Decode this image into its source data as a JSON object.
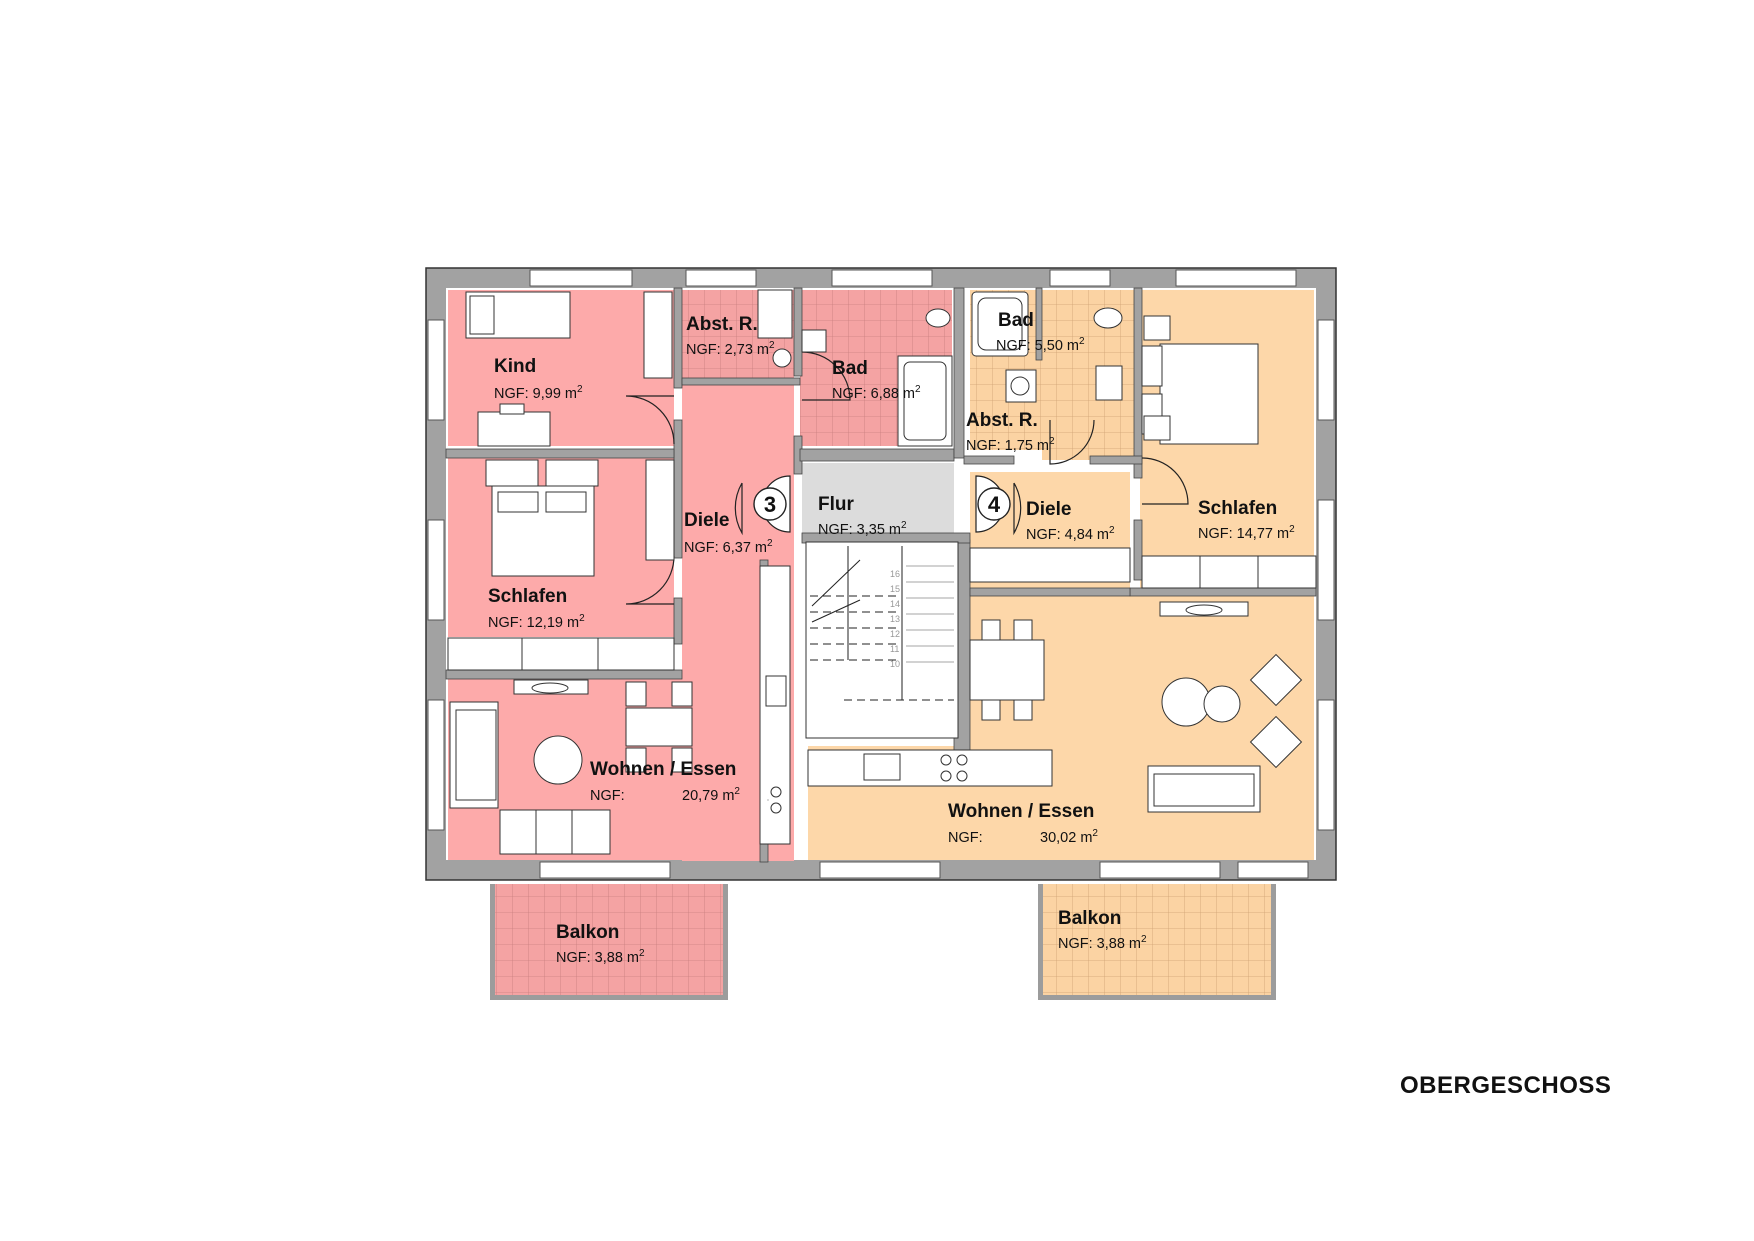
{
  "floor_title": "OBERGESCHOSS",
  "colors": {
    "unit3": "#fdaaaa",
    "unit4": "#fdd7a9",
    "corridor": "#dcdcdc",
    "wall": "#9c9c9c",
    "outline": "#333333"
  },
  "units": [
    {
      "label": "3"
    },
    {
      "label": "4"
    }
  ],
  "rooms": [
    {
      "id": "kind",
      "name": "Kind",
      "area_prefix": "NGF: 9,99 m",
      "unit": "3"
    },
    {
      "id": "abst-r-3",
      "name": "Abst. R.",
      "area_prefix": "NGF: 2,73 m",
      "unit": "3"
    },
    {
      "id": "bad-3",
      "name": "Bad",
      "area_prefix": "NGF: 6,88 m",
      "unit": "3"
    },
    {
      "id": "schlafen-3",
      "name": "Schlafen",
      "area_prefix": "NGF: 12,19 m",
      "unit": "3"
    },
    {
      "id": "diele-3",
      "name": "Diele",
      "area_prefix": "NGF: 6,37 m",
      "unit": "3"
    },
    {
      "id": "wohnen-3",
      "name": "Wohnen / Essen",
      "area_prefix": "NGF:",
      "area_value": "20,79 m",
      "unit": "3"
    },
    {
      "id": "balkon-3",
      "name": "Balkon",
      "area_prefix": "NGF: 3,88 m",
      "unit": "3"
    },
    {
      "id": "flur",
      "name": "Flur",
      "area_prefix": "NGF: 3,35 m",
      "unit": ""
    },
    {
      "id": "bad-4",
      "name": "Bad",
      "area_prefix": "NGF: 5,50 m",
      "unit": "4"
    },
    {
      "id": "abst-r-4",
      "name": "Abst. R.",
      "area_prefix": "NGF: 1,75 m",
      "unit": "4"
    },
    {
      "id": "diele-4",
      "name": "Diele",
      "area_prefix": "NGF: 4,84 m",
      "unit": "4"
    },
    {
      "id": "schlafen-4",
      "name": "Schlafen",
      "area_prefix": "NGF: 14,77 m",
      "unit": "4"
    },
    {
      "id": "wohnen-4",
      "name": "Wohnen / Essen",
      "area_prefix": "NGF:",
      "area_value": "30,02 m",
      "unit": "4"
    },
    {
      "id": "balkon-4",
      "name": "Balkon",
      "area_prefix": "NGF: 3,88 m",
      "unit": "4"
    }
  ],
  "area_unit_sup": "2",
  "stair_steps": [
    "16",
    "15",
    "14",
    "13",
    "12",
    "11",
    "10"
  ]
}
